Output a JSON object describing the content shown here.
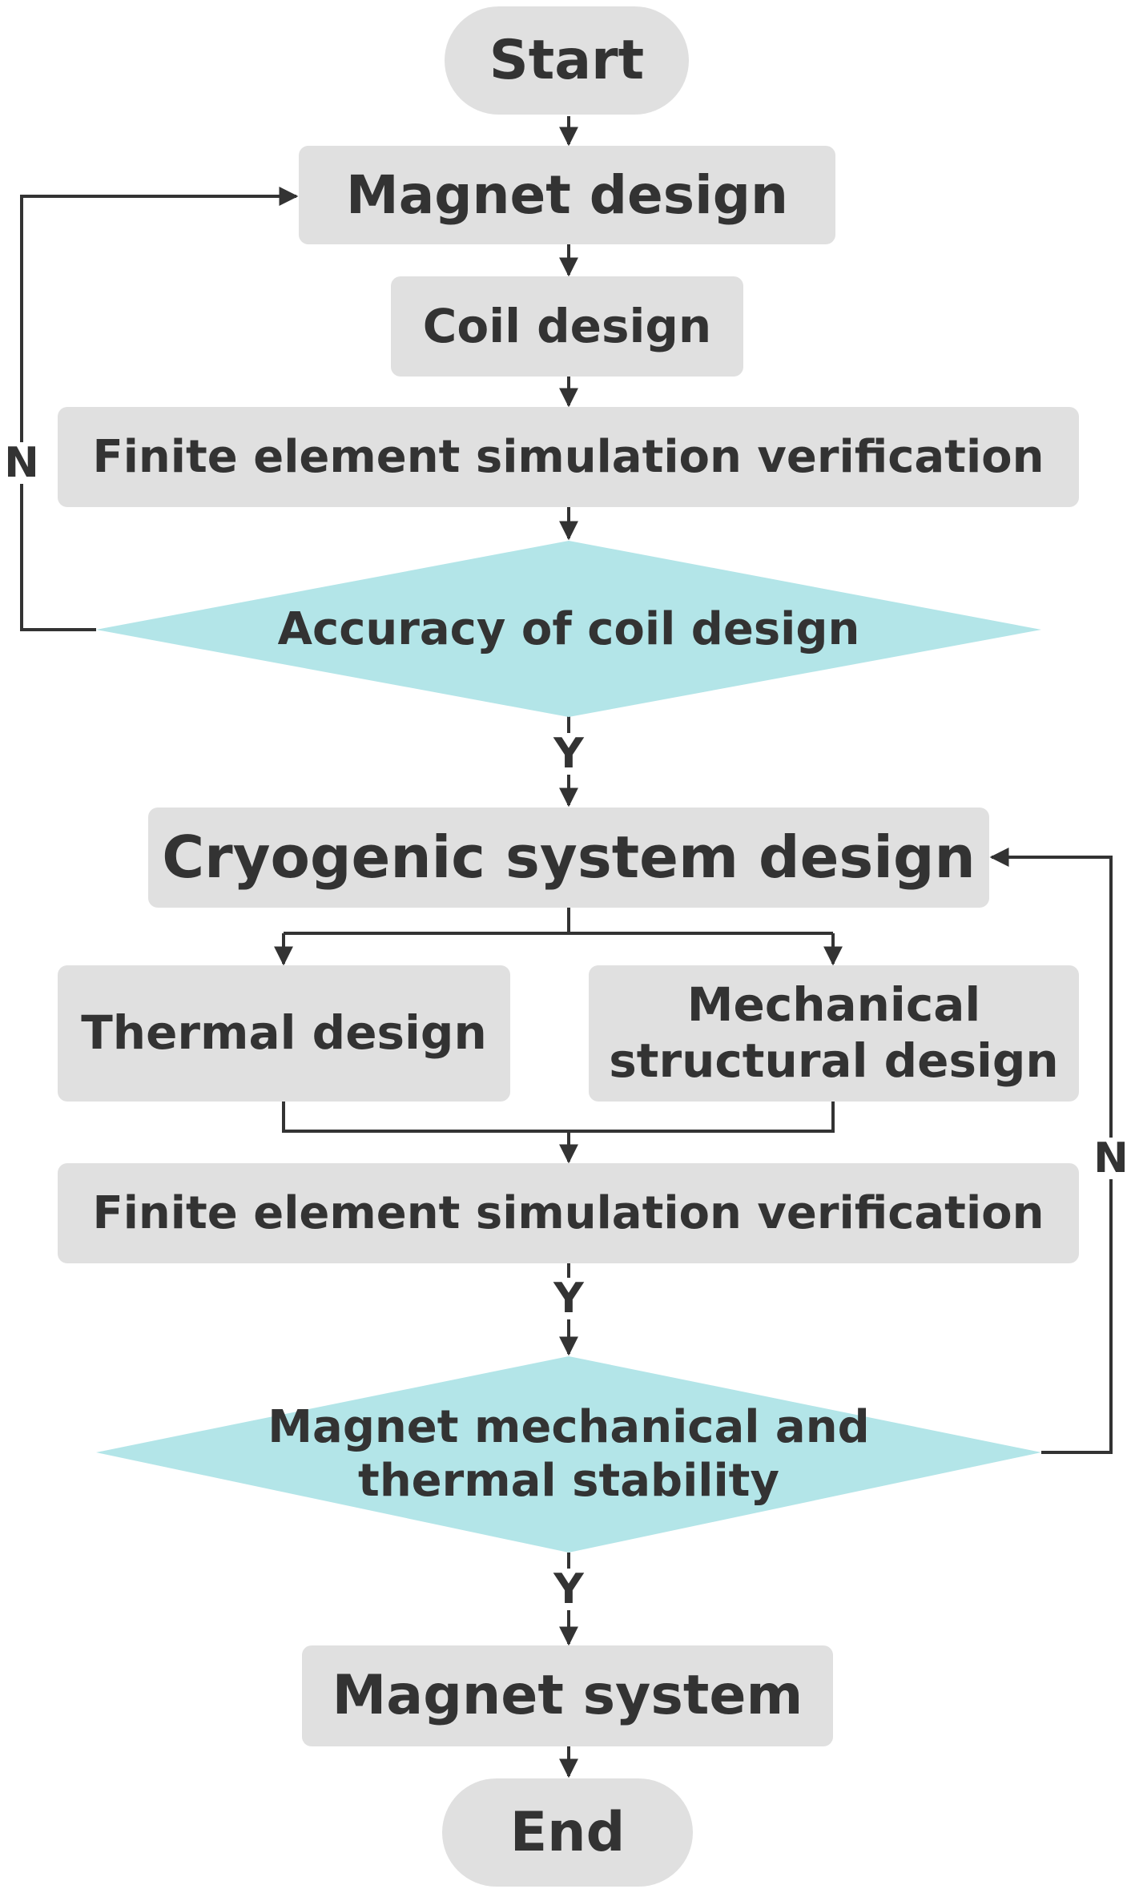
{
  "diagram": {
    "colors": {
      "process_fill": "#e0e0e0",
      "decision_fill": "#b3e5e8",
      "text": "#333333",
      "line": "#333333"
    },
    "nodes": {
      "start": "Start",
      "magnet_design": "Magnet design",
      "coil_design": "Coil design",
      "fe_sim_1": "Finite element simulation verification",
      "accuracy_coil": "Accuracy of coil design",
      "cryogenic": "Cryogenic system design",
      "thermal": "Thermal design",
      "mechanical_line1": "Mechanical",
      "mechanical_line2": "structural design",
      "fe_sim_2": "Finite element simulation verification",
      "stability_line1": "Magnet mechanical and",
      "stability_line2": "thermal stability",
      "magnet_system": "Magnet system",
      "end": "End"
    },
    "edge_labels": {
      "no_left": "N",
      "yes_1": "Y",
      "no_right": "N",
      "yes_2": "Y",
      "yes_3": "Y"
    }
  }
}
